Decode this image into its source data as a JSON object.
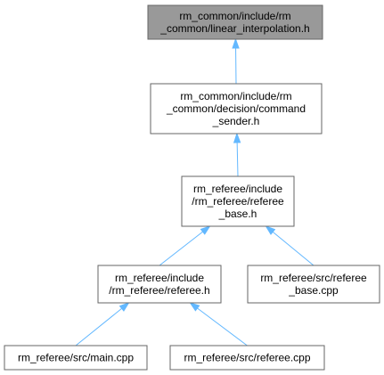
{
  "diagram": {
    "type": "include-dependency-graph",
    "colors": {
      "edge": "#63b8ff",
      "node_border": "#666666",
      "root_fill": "#999999",
      "node_fill": "#ffffff"
    },
    "nodes": [
      {
        "id": "linear_interpolation",
        "lines": [
          "rm_common/include/rm",
          "_common/linear_interpolation.h"
        ],
        "highlighted": true
      },
      {
        "id": "command_sender",
        "lines": [
          "rm_common/include/rm",
          "_common/decision/command",
          "_sender.h"
        ]
      },
      {
        "id": "referee_base_h",
        "lines": [
          "rm_referee/include",
          "/rm_referee/referee",
          "_base.h"
        ]
      },
      {
        "id": "referee_h",
        "lines": [
          "rm_referee/include",
          "/rm_referee/referee.h"
        ]
      },
      {
        "id": "referee_base_cpp",
        "lines": [
          "rm_referee/src/referee",
          "_base.cpp"
        ]
      },
      {
        "id": "main_cpp",
        "lines": [
          "rm_referee/src/main.cpp"
        ]
      },
      {
        "id": "referee_cpp",
        "lines": [
          "rm_referee/src/referee.cpp"
        ]
      }
    ],
    "edges": [
      {
        "from": "command_sender",
        "to": "linear_interpolation"
      },
      {
        "from": "referee_base_h",
        "to": "command_sender"
      },
      {
        "from": "referee_h",
        "to": "referee_base_h"
      },
      {
        "from": "referee_base_cpp",
        "to": "referee_base_h"
      },
      {
        "from": "main_cpp",
        "to": "referee_h"
      },
      {
        "from": "referee_cpp",
        "to": "referee_h"
      }
    ]
  }
}
